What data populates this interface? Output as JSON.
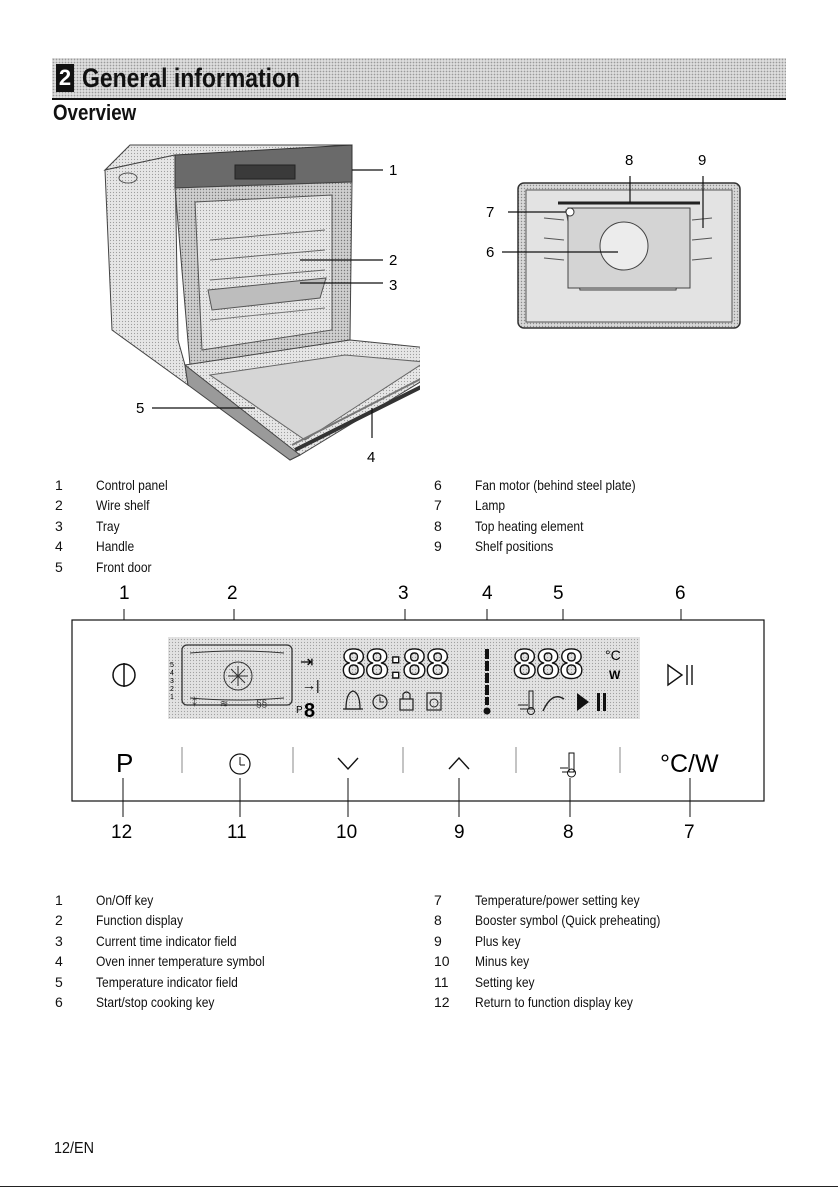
{
  "header": {
    "section_number": "2",
    "section_title": "General information",
    "subsection_title": "Overview"
  },
  "oven_figure": {
    "callouts": [
      "1",
      "2",
      "3",
      "4",
      "5"
    ]
  },
  "interior_figure": {
    "callouts": [
      "6",
      "7",
      "8",
      "9"
    ]
  },
  "parts_legend": {
    "left": [
      {
        "num": "1",
        "label": "Control panel"
      },
      {
        "num": "2",
        "label": "Wire shelf"
      },
      {
        "num": "3",
        "label": "Tray"
      },
      {
        "num": "4",
        "label": "Handle"
      },
      {
        "num": "5",
        "label": "Front door"
      }
    ],
    "right": [
      {
        "num": "6",
        "label": "Fan motor (behind steel plate)"
      },
      {
        "num": "7",
        "label": "Lamp"
      },
      {
        "num": "8",
        "label": "Top heating element"
      },
      {
        "num": "9",
        "label": "Shelf positions"
      }
    ]
  },
  "control_panel": {
    "top_callouts": [
      "1",
      "2",
      "3",
      "4",
      "5",
      "6"
    ],
    "bottom_callouts": [
      "12",
      "11",
      "10",
      "9",
      "8",
      "7"
    ],
    "display": {
      "time_digits": "88:88",
      "temp_digits": "888",
      "celsius_label": "°C",
      "watt_label": "W",
      "program_label": "P",
      "program_digit": "8",
      "shelf_numbers": [
        "5",
        "4",
        "3",
        "2",
        "1"
      ]
    },
    "keys": {
      "p_key": "P",
      "temp_power_key": "°C/W"
    }
  },
  "keys_legend": {
    "left": [
      {
        "num": "1",
        "label": "On/Off key"
      },
      {
        "num": "2",
        "label": "Function display"
      },
      {
        "num": "3",
        "label": "Current time indicator field"
      },
      {
        "num": "4",
        "label": "Oven inner temperature symbol"
      },
      {
        "num": "5",
        "label": "Temperature indicator field"
      },
      {
        "num": "6",
        "label": "Start/stop cooking key"
      }
    ],
    "right": [
      {
        "num": "7",
        "label": "Temperature/power setting key"
      },
      {
        "num": "8",
        "label": "Booster symbol (Quick preheating)"
      },
      {
        "num": "9",
        "label": "Plus key"
      },
      {
        "num": "10",
        "label": "Minus key"
      },
      {
        "num": "11",
        "label": "Setting key"
      },
      {
        "num": "12",
        "label": "Return to function display key"
      }
    ]
  },
  "footer": {
    "page_label": "12/EN"
  }
}
